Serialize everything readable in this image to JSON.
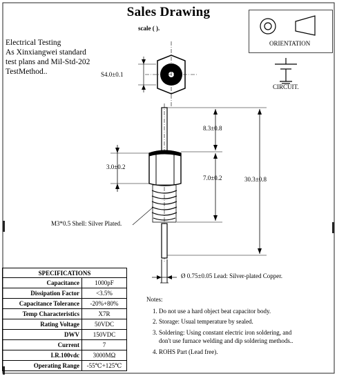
{
  "title": "Sales Drawing",
  "scale": "scale (        ).",
  "electrical": {
    "line1": "Electrical Testing",
    "line2": "As Xinxiangwei standard",
    "line3": "test plans and Mil-Std-202",
    "line4": "TestMethod.."
  },
  "orientation_label": "ORIENTATION",
  "circuit_label": "CIRCUIT.",
  "dimensions": {
    "hex": "S4.0±0.1",
    "lead_top": "8.3±0.8",
    "body": "3.0±0.2",
    "thread": "7.0±0.2",
    "total": "30.3±0.8"
  },
  "shell_label": "M3*0.5 Shell: Silver Plated.",
  "lead_label": "Ø 0.75±0.05 Lead: Silver-plated Copper.",
  "specs": {
    "header": "SPECIFICATIONS",
    "rows": [
      {
        "label": "Capacitance",
        "value": "1000pF"
      },
      {
        "label": "Dissipation Factor",
        "value": "<3.5%"
      },
      {
        "label": "Capacitance Tolerance",
        "value": "-20%+80%"
      },
      {
        "label": "Temp Characteristics",
        "value": "X7R"
      },
      {
        "label": "Rating Voltage",
        "value": "50VDC"
      },
      {
        "label": "DWV",
        "value": "150VDC"
      },
      {
        "label": "Current",
        "value": "7"
      },
      {
        "label": "I.R.100vdc",
        "value": "3000MΩ"
      },
      {
        "label": "Operating Range",
        "value": "-55℃+125℃"
      }
    ]
  },
  "notes": {
    "heading": "Notes:",
    "items": [
      "Do not use a hard object beat capacitor body.",
      "Storage: Usual temperature by sealed.",
      "Soldering: Using constant electric iron soldering, and don't use furnace welding and dip soldering methods..",
      "ROHS Part (Lead free)."
    ]
  }
}
